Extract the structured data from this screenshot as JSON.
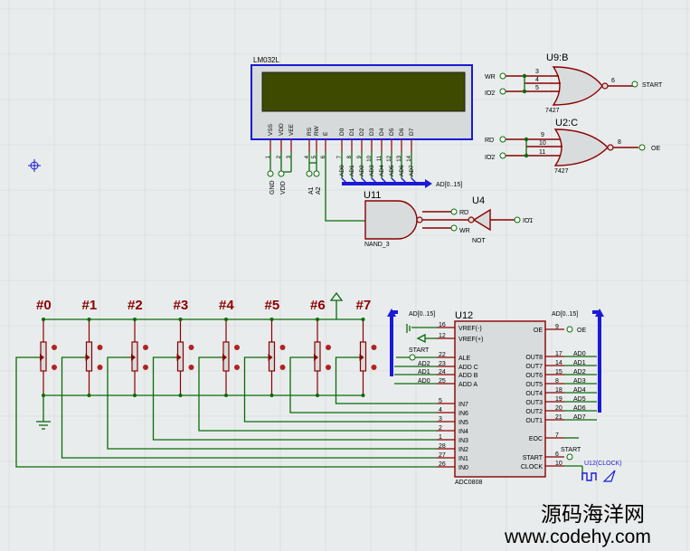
{
  "lcd": {
    "name": "LM032L",
    "pins": [
      "VSS",
      "VDD",
      "VEE",
      "RS",
      "RW",
      "E",
      "D0",
      "D1",
      "D2",
      "D3",
      "D4",
      "D5",
      "D6",
      "D7"
    ],
    "pin_nums": [
      "1",
      "2",
      "3",
      "4",
      "5",
      "6",
      "7",
      "8",
      "9",
      "10",
      "11",
      "12",
      "13",
      "14"
    ],
    "power_labels": [
      "GND",
      "VDD"
    ],
    "addr_labels": [
      "A1",
      "A2"
    ],
    "bus_taps": [
      "AD0",
      "AD1",
      "AD2",
      "AD3",
      "AD4",
      "AD5",
      "AD6",
      "AD7"
    ],
    "bus_label": "AD[0..15]"
  },
  "u9": {
    "ref": "U9:B",
    "part": "7427",
    "in1": "WR",
    "in2": "IO2",
    "pins": [
      "3",
      "4",
      "5",
      "6"
    ],
    "out": "START"
  },
  "u2": {
    "ref": "U2:C",
    "part": "7427",
    "in1": "RD",
    "in2": "IO2",
    "pins": [
      "9",
      "10",
      "11",
      "8"
    ],
    "out": "OE"
  },
  "u11": {
    "ref": "U11",
    "part": "NAND_3"
  },
  "u4": {
    "ref": "U4",
    "part": "NOT",
    "in": "IO1",
    "rd": "RD",
    "wr": "WR"
  },
  "pots": [
    "#0",
    "#1",
    "#2",
    "#3",
    "#4",
    "#5",
    "#6",
    "#7"
  ],
  "adc": {
    "ref": "U12",
    "part": "ADC0808",
    "left_pins": [
      {
        "num": "16",
        "name": "VREF(-)"
      },
      {
        "num": "12",
        "name": "VREF(+)"
      },
      {
        "num": "22",
        "name": "ALE"
      },
      {
        "num": "23",
        "name": "ADD C"
      },
      {
        "num": "24",
        "name": "ADD B"
      },
      {
        "num": "25",
        "name": "ADD A"
      },
      {
        "num": "5",
        "name": "IN7"
      },
      {
        "num": "4",
        "name": "IN6"
      },
      {
        "num": "3",
        "name": "IN5"
      },
      {
        "num": "2",
        "name": "IN4"
      },
      {
        "num": "1",
        "name": "IN3"
      },
      {
        "num": "28",
        "name": "IN2"
      },
      {
        "num": "27",
        "name": "IN1"
      },
      {
        "num": "26",
        "name": "IN0"
      }
    ],
    "right_pins": [
      {
        "num": "9",
        "name": "OE"
      },
      {
        "num": "17",
        "name": "OUT8"
      },
      {
        "num": "14",
        "name": "OUT7"
      },
      {
        "num": "15",
        "name": "OUT6"
      },
      {
        "num": "8",
        "name": "OUT5"
      },
      {
        "num": "18",
        "name": "OUT4"
      },
      {
        "num": "19",
        "name": "OUT3"
      },
      {
        "num": "20",
        "name": "OUT2"
      },
      {
        "num": "21",
        "name": "OUT1"
      },
      {
        "num": "7",
        "name": "EOC"
      },
      {
        "num": "6",
        "name": "START"
      },
      {
        "num": "10",
        "name": "CLOCK"
      }
    ],
    "left_nets": [
      "START",
      "AD2",
      "AD1",
      "AD0"
    ],
    "right_nets": [
      "OE",
      "AD0",
      "AD1",
      "AD2",
      "AD3",
      "AD4",
      "AD5",
      "AD6",
      "AD7"
    ],
    "bus_label_left": "AD[0..15]",
    "bus_label_right": "AD[0..15]",
    "start_net": "START",
    "clock_label": "U12(CLOCK)"
  },
  "watermark": {
    "cn": "源码海洋网",
    "url": "www.codehy.com"
  },
  "colors": {
    "background": "#e9ecec",
    "wire": "#0a6b0a",
    "component": "#8b0000",
    "bus": "#1a1ad6",
    "lcd_screen": "#3d4a00"
  }
}
